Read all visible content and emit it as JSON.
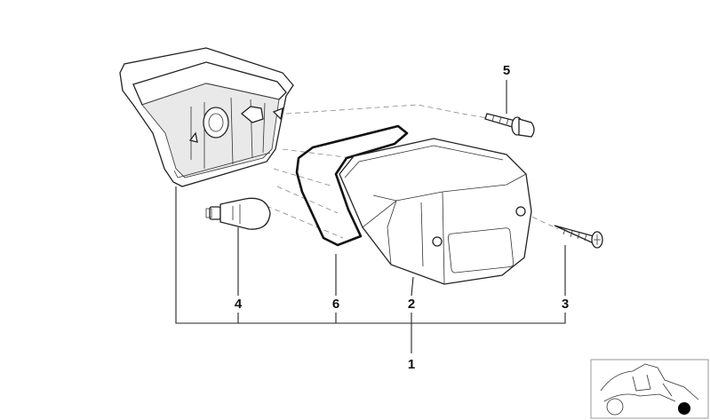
{
  "callouts": {
    "housing_assembly": "1",
    "lens": "2",
    "lens_screw": "3",
    "bulb": "4",
    "bolt": "5",
    "gasket": "6"
  }
}
